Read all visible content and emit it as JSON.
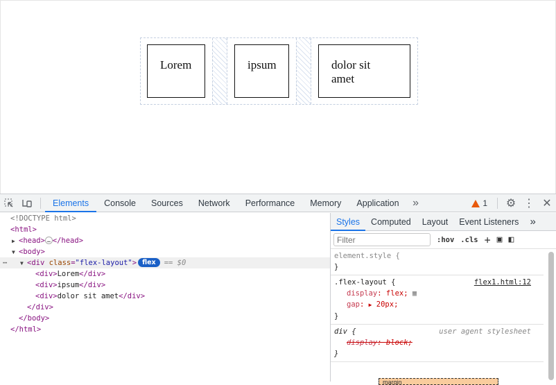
{
  "viewport": {
    "flex_items": [
      "Lorem",
      "ipsum",
      "dolor sit amet"
    ]
  },
  "devtools": {
    "tabs": [
      "Elements",
      "Console",
      "Sources",
      "Network",
      "Performance",
      "Memory",
      "Application"
    ],
    "active_tab": "Elements",
    "more_tabs": "»",
    "warning_count": "1",
    "icons": [
      "inspect-element-icon",
      "device-toolbar-icon",
      "warning-icon",
      "settings-gear-icon",
      "more-vertical-icon",
      "close-icon"
    ]
  },
  "elements": {
    "doctype": "<!DOCTYPE html>",
    "html_open": "<html>",
    "head_open": "<head>",
    "head_close": "</head>",
    "body_open": "<body>",
    "div_tag_open": "<div ",
    "div_attr_name": "class",
    "div_attr_value": "\"flex-layout\"",
    "div_tag_close_bracket": ">",
    "flex_badge": "flex",
    "selected_marker": "== $0",
    "children": [
      {
        "open": "<div>",
        "text": "Lorem",
        "close": "</div>"
      },
      {
        "open": "<div>",
        "text": "ipsum",
        "close": "</div>"
      },
      {
        "open": "<div>",
        "text": "dolor sit amet",
        "close": "</div>"
      }
    ],
    "div_close": "</div>",
    "body_close": "</body>",
    "html_close": "</html>"
  },
  "styles": {
    "subtabs": [
      "Styles",
      "Computed",
      "Layout",
      "Event Listeners"
    ],
    "active_subtab": "Styles",
    "filter_placeholder": "Filter",
    "hov": ":hov",
    "cls": ".cls",
    "rules": [
      {
        "selector": "element.style {",
        "close": "}",
        "source": "",
        "props": []
      },
      {
        "selector": ".flex-layout {",
        "close": "}",
        "source": "flex1.html:12",
        "props": [
          {
            "name": "display",
            "value": "flex;"
          },
          {
            "name": "gap",
            "value": "20px;"
          }
        ]
      },
      {
        "selector": "div {",
        "close": "}",
        "source": "user agent stylesheet",
        "props": [
          {
            "name": "display",
            "value": "block;",
            "struck": true
          }
        ]
      }
    ],
    "box_model_label": "margin"
  }
}
